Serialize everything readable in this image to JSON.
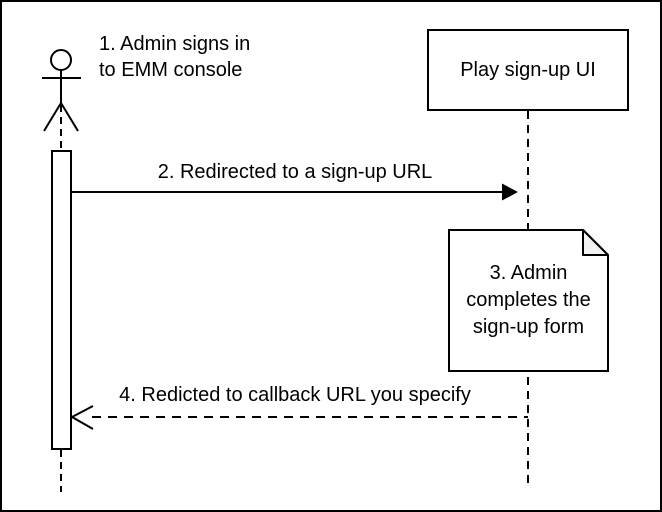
{
  "diagram": {
    "type": "sequence-diagram",
    "actor": {
      "name": "admin",
      "icon": "stick-figure-actor-icon"
    },
    "participants": [
      {
        "label": "Play sign-up UI"
      }
    ],
    "messages": [
      {
        "step": 1,
        "text": "1. Admin signs in\nto EMM console",
        "style": "annotation"
      },
      {
        "step": 2,
        "text": "2. Redirected to a sign-up URL",
        "style": "solid-arrow",
        "from": "admin",
        "to": "Play sign-up UI"
      },
      {
        "step": 3,
        "text": "3. Admin\ncompletes the\nsign-up form",
        "style": "note"
      },
      {
        "step": 4,
        "text": "4. Redicted to callback URL you specify",
        "style": "dashed-open-arrow",
        "from": "Play sign-up UI",
        "to": "admin"
      }
    ],
    "colors": {
      "stroke": "#000000",
      "background": "#ffffff",
      "note_fill": "#ffffff",
      "note_fold": "#f2f2f2"
    }
  }
}
